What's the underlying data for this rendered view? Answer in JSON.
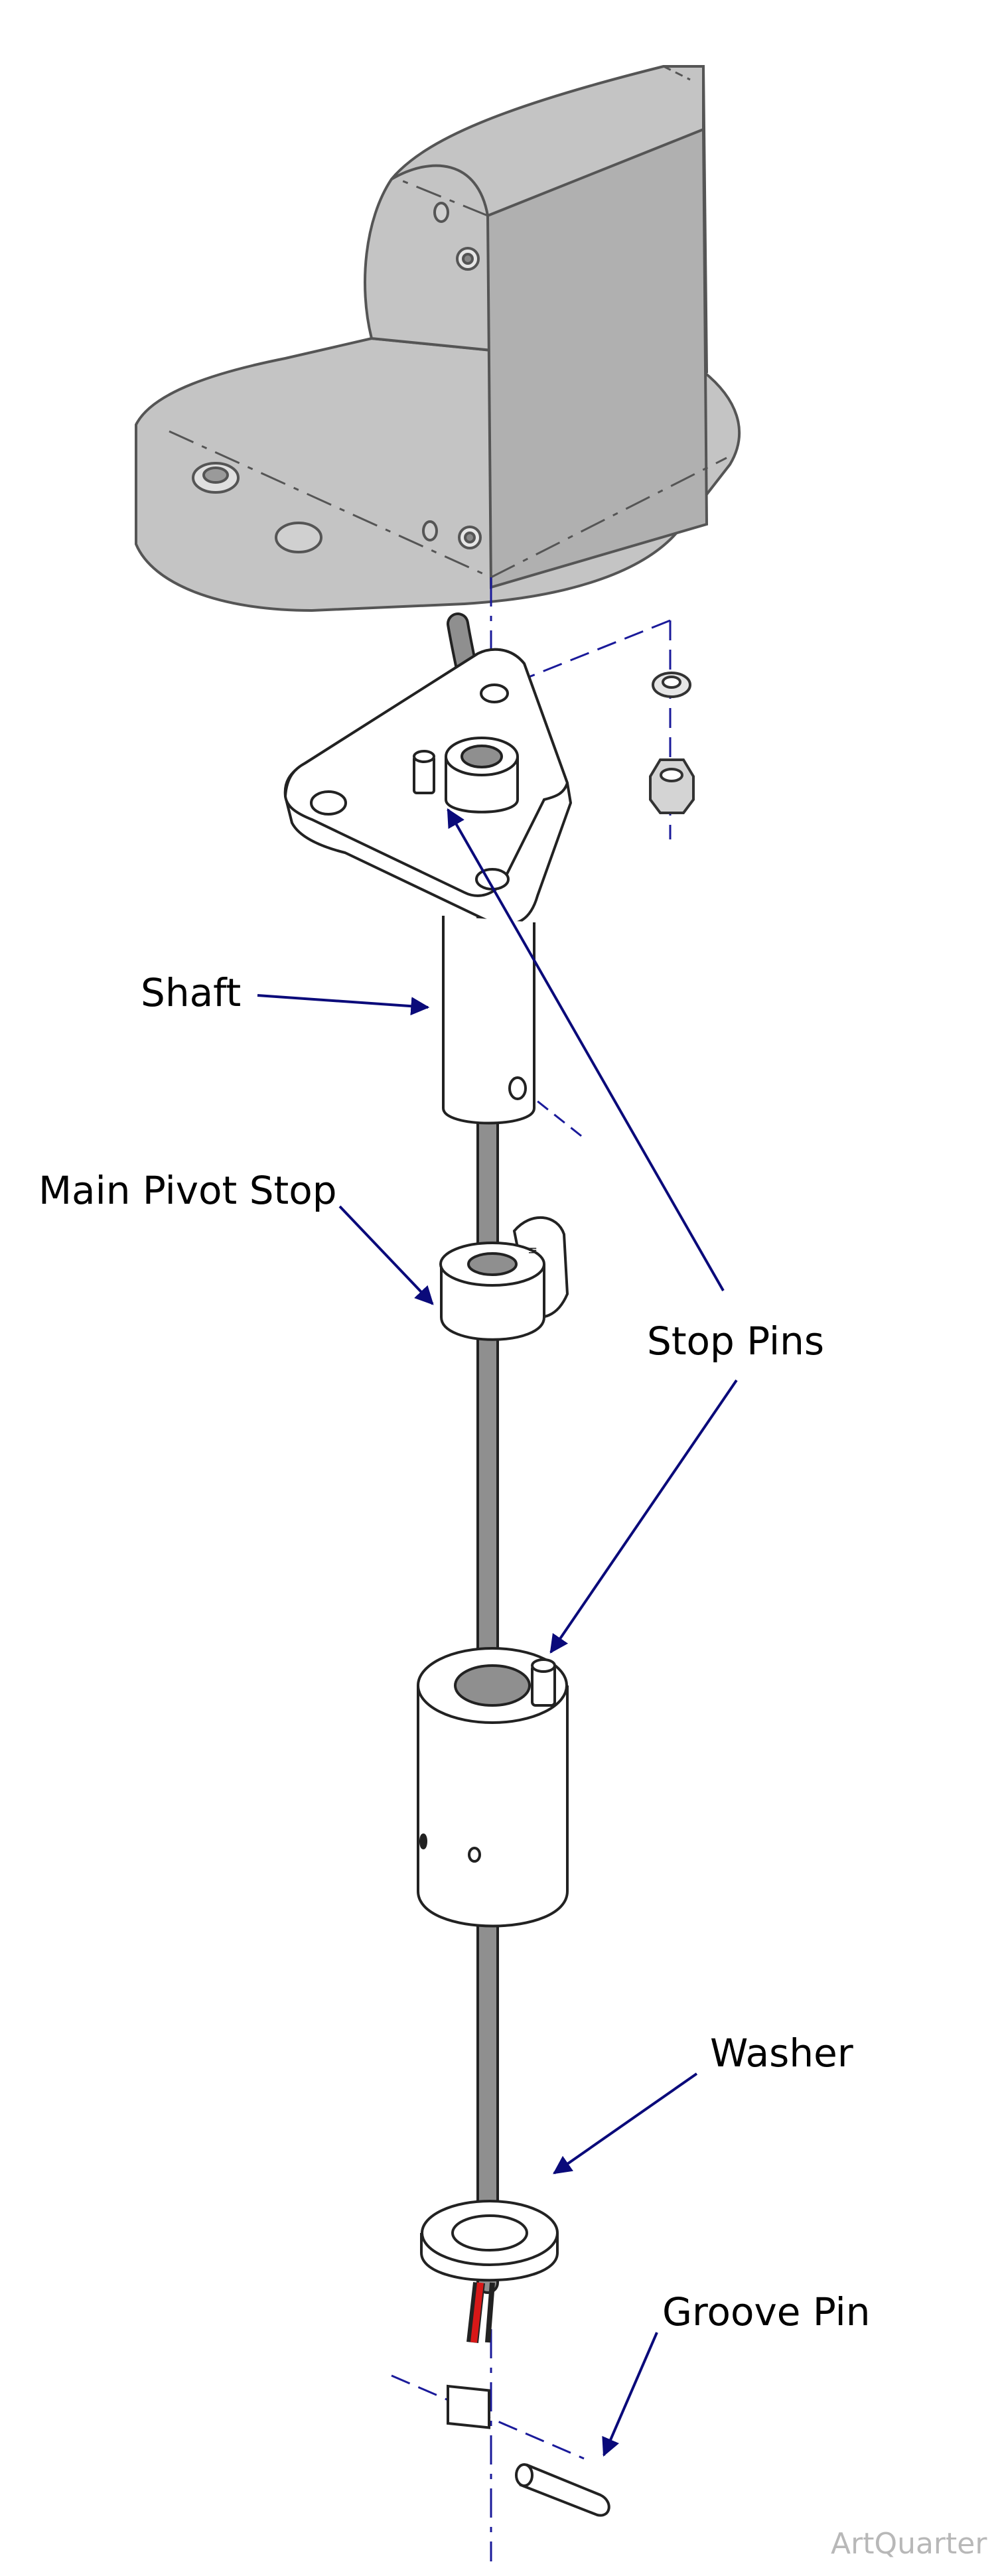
{
  "labels": {
    "shaft": "Shaft",
    "main_pivot_stop": "Main Pivot Stop",
    "stop_pins": "Stop Pins",
    "washer": "Washer",
    "groove_pin": "Groove Pin"
  },
  "watermark": "ArtQuarter",
  "colors": {
    "leader": "#0a0a7a",
    "centerline": "#1a1a9a",
    "ghost_fill": "#c4c4c4",
    "ghost_stroke": "#555555",
    "part_stroke": "#222222",
    "part_fill": "#ffffff",
    "cable": "#8f8f8f",
    "wire_red": "#d81818"
  }
}
